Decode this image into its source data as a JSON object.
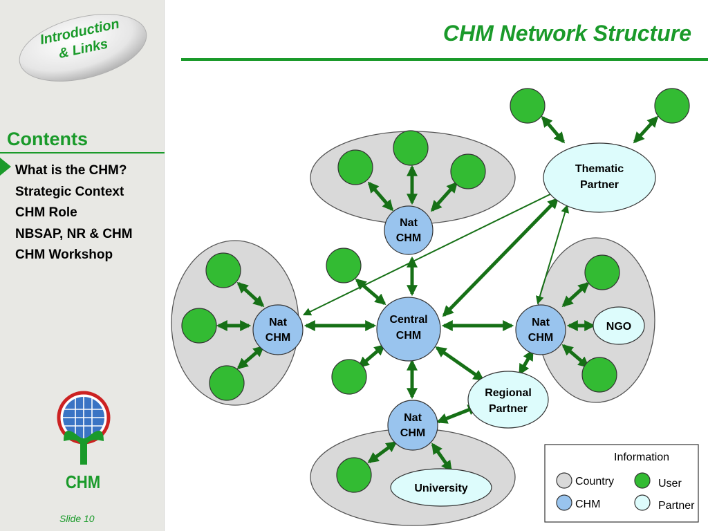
{
  "sidebar": {
    "intro_button": {
      "line1": "Introduction",
      "line2": "& Links"
    },
    "contents_title": "Contents",
    "items": [
      {
        "label": "What is the CHM?"
      },
      {
        "label": "Strategic Context"
      },
      {
        "label": "CHM Role"
      },
      {
        "label": "NBSAP, NR & CHM"
      },
      {
        "label": "CHM Workshop"
      }
    ],
    "logo_text": "CHM",
    "slide_number": "Slide 10"
  },
  "title": "CHM Network Structure",
  "diagram": {
    "central": {
      "line1": "Central",
      "line2": "CHM"
    },
    "nat_top": {
      "line1": "Nat",
      "line2": "CHM"
    },
    "nat_left": {
      "line1": "Nat",
      "line2": "CHM"
    },
    "nat_right": {
      "line1": "Nat",
      "line2": "CHM"
    },
    "nat_bottom": {
      "line1": "Nat",
      "line2": "CHM"
    },
    "thematic_partner": {
      "line1": "Thematic",
      "line2": "Partner"
    },
    "regional_partner": {
      "line1": "Regional",
      "line2": "Partner"
    },
    "ngo": "NGO",
    "university": "University"
  },
  "legend": {
    "information": "Information",
    "country": "Country",
    "chm": "CHM",
    "user": "User",
    "partner": "Partner"
  },
  "colors": {
    "accent_green": "#1a9a2a",
    "arrow_green": "#167016",
    "country_grey": "#d9d9d9",
    "chm_blue": "#99c4ee",
    "user_green": "#33bb33",
    "partner_cyan": "#ddfcfc"
  }
}
